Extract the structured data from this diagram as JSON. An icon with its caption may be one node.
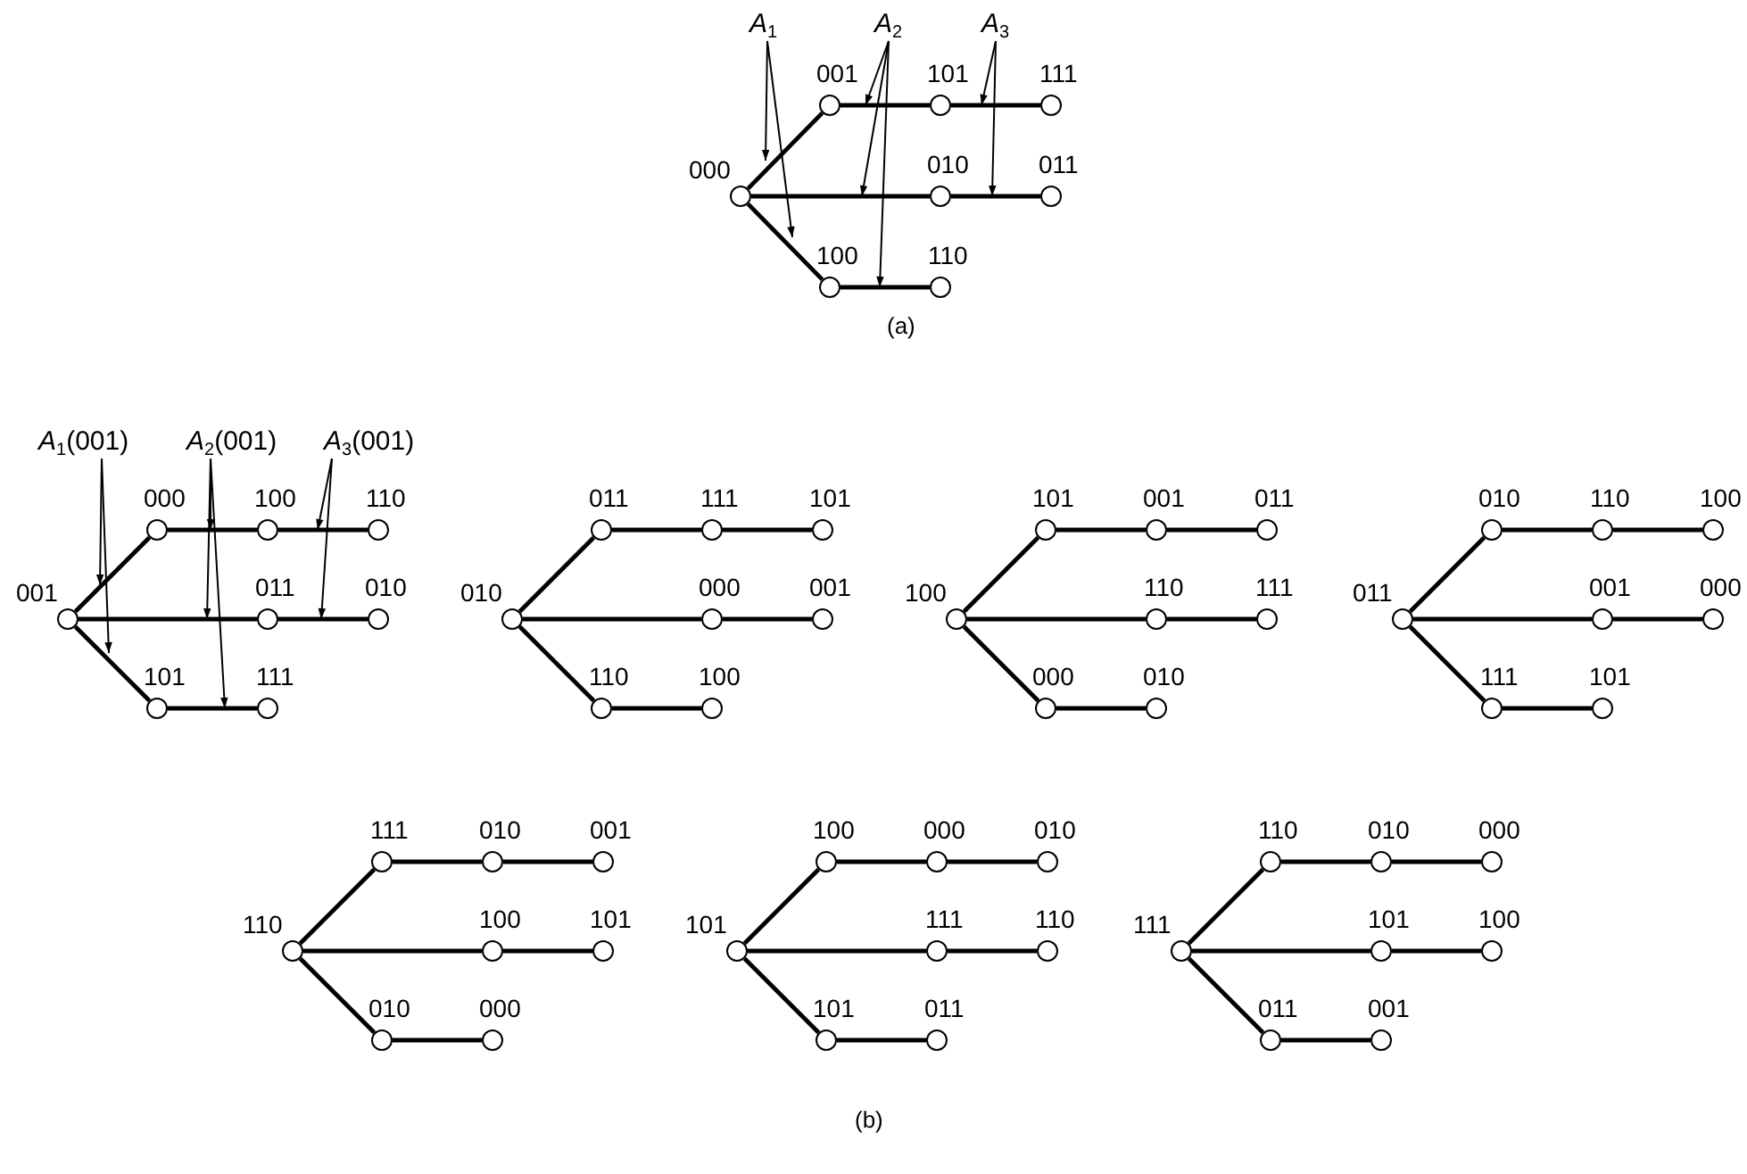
{
  "diagram": {
    "nodes": [
      {
        "text": [],
        "shape": "circle",
        "beside": [
          "000"
        ]
      },
      {
        "text": [],
        "shape": "circle",
        "beside": [
          "001"
        ]
      },
      {
        "text": [],
        "shape": "circle",
        "beside": [
          "101"
        ]
      },
      {
        "text": [],
        "shape": "circle",
        "beside": [
          "111"
        ]
      },
      {
        "text": [],
        "shape": "circle",
        "beside": [
          "010"
        ]
      },
      {
        "text": [],
        "shape": "circle",
        "beside": [
          "011"
        ]
      },
      {
        "text": [],
        "shape": "circle",
        "beside": [
          "100"
        ]
      },
      {
        "text": [],
        "shape": "circle",
        "beside": [
          "110"
        ]
      },
      {
        "text": [],
        "shape": "circle",
        "beside": [
          "001"
        ]
      },
      {
        "text": [],
        "shape": "circle",
        "beside": [
          "000"
        ]
      },
      {
        "text": [],
        "shape": "circle",
        "beside": [
          "100"
        ]
      },
      {
        "text": [],
        "shape": "circle",
        "beside": [
          "110"
        ]
      },
      {
        "text": [],
        "shape": "circle",
        "beside": [
          "011"
        ]
      },
      {
        "text": [],
        "shape": "circle",
        "beside": [
          "010"
        ]
      },
      {
        "text": [],
        "shape": "circle",
        "beside": [
          "101"
        ]
      },
      {
        "text": [],
        "shape": "circle",
        "beside": [
          "111"
        ]
      },
      {
        "text": [],
        "shape": "circle",
        "beside": [
          "010"
        ]
      },
      {
        "text": [],
        "shape": "circle",
        "beside": [
          "011"
        ]
      },
      {
        "text": [],
        "shape": "circle",
        "beside": [
          "111"
        ]
      },
      {
        "text": [],
        "shape": "circle",
        "beside": [
          "101"
        ]
      },
      {
        "text": [],
        "shape": "circle",
        "beside": [
          "000"
        ]
      },
      {
        "text": [],
        "shape": "circle",
        "beside": [
          "001"
        ]
      },
      {
        "text": [],
        "shape": "circle",
        "beside": [
          "110"
        ]
      },
      {
        "text": [],
        "shape": "circle",
        "beside": [
          "100"
        ]
      },
      {
        "text": [],
        "shape": "circle",
        "beside": [
          "100"
        ]
      },
      {
        "text": [],
        "shape": "circle",
        "beside": [
          "101"
        ]
      },
      {
        "text": [],
        "shape": "circle",
        "beside": [
          "001"
        ]
      },
      {
        "text": [],
        "shape": "circle",
        "beside": [
          "011"
        ]
      },
      {
        "text": [],
        "shape": "circle",
        "beside": [
          "110"
        ]
      },
      {
        "text": [],
        "shape": "circle",
        "beside": [
          "111"
        ]
      },
      {
        "text": [],
        "shape": "circle",
        "beside": [
          "000"
        ]
      },
      {
        "text": [],
        "shape": "circle",
        "beside": [
          "010"
        ]
      },
      {
        "text": [],
        "shape": "circle",
        "beside": [
          "011"
        ]
      },
      {
        "text": [],
        "shape": "circle",
        "beside": [
          "010"
        ]
      },
      {
        "text": [],
        "shape": "circle",
        "beside": [
          "110"
        ]
      },
      {
        "text": [],
        "shape": "circle",
        "beside": [
          "100"
        ]
      },
      {
        "text": [],
        "shape": "circle",
        "beside": [
          "001"
        ]
      },
      {
        "text": [],
        "shape": "circle",
        "beside": [
          "000"
        ]
      },
      {
        "text": [],
        "shape": "circle",
        "beside": [
          "111"
        ]
      },
      {
        "text": [],
        "shape": "circle",
        "beside": [
          "101"
        ]
      },
      {
        "text": [],
        "shape": "circle",
        "beside": [
          "110"
        ]
      },
      {
        "text": [],
        "shape": "circle",
        "beside": [
          "111"
        ]
      },
      {
        "text": [],
        "shape": "circle",
        "beside": [
          "010"
        ]
      },
      {
        "text": [],
        "shape": "circle",
        "beside": [
          "001"
        ]
      },
      {
        "text": [],
        "shape": "circle",
        "beside": [
          "100"
        ]
      },
      {
        "text": [],
        "shape": "circle",
        "beside": [
          "101"
        ]
      },
      {
        "text": [],
        "shape": "circle",
        "beside": [
          "010"
        ]
      },
      {
        "text": [],
        "shape": "circle",
        "beside": [
          "000"
        ]
      },
      {
        "text": [],
        "shape": "circle",
        "beside": [
          "101"
        ]
      },
      {
        "text": [],
        "shape": "circle",
        "beside": [
          "100"
        ]
      },
      {
        "text": [],
        "shape": "circle",
        "beside": [
          "000"
        ]
      },
      {
        "text": [],
        "shape": "circle",
        "beside": [
          "010"
        ]
      },
      {
        "text": [],
        "shape": "circle",
        "beside": [
          "111"
        ]
      },
      {
        "text": [],
        "shape": "circle",
        "beside": [
          "110"
        ]
      },
      {
        "text": [],
        "shape": "circle",
        "beside": [
          "101"
        ]
      },
      {
        "text": [],
        "shape": "circle",
        "beside": [
          "011"
        ]
      },
      {
        "text": [],
        "shape": "circle",
        "beside": [
          "111"
        ]
      },
      {
        "text": [],
        "shape": "circle",
        "beside": [
          "110"
        ]
      },
      {
        "text": [],
        "shape": "circle",
        "beside": [
          "010"
        ]
      },
      {
        "text": [],
        "shape": "circle",
        "beside": [
          "000"
        ]
      },
      {
        "text": [],
        "shape": "circle",
        "beside": [
          "101"
        ]
      },
      {
        "text": [],
        "shape": "circle",
        "beside": [
          "100"
        ]
      },
      {
        "text": [],
        "shape": "circle",
        "beside": [
          "011"
        ]
      },
      {
        "text": [],
        "shape": "circle",
        "beside": [
          "001"
        ]
      },
      {
        "text": [
          "*A*$_{1}$"
        ]
      },
      {
        "text": [
          "*A*$_{2}$"
        ]
      },
      {
        "text": [
          "*A*$_{3}$"
        ]
      },
      {
        "text": [
          "*A*$_{1}$(001)"
        ]
      },
      {
        "text": [
          "*A*$_{2}$(001)"
        ]
      },
      {
        "text": [
          "*A*$_{3}$(001)"
        ]
      }
    ],
    "edges": [
      {
        "from": 0,
        "to": 1,
        "arrow": "none"
      },
      {
        "from": 1,
        "to": 2,
        "arrow": "none"
      },
      {
        "from": 2,
        "to": 3,
        "arrow": "none"
      },
      {
        "from": 0,
        "to": 4,
        "arrow": "none"
      },
      {
        "from": 4,
        "to": 5,
        "arrow": "none"
      },
      {
        "from": 0,
        "to": 6,
        "arrow": "none"
      },
      {
        "from": 6,
        "to": 7,
        "arrow": "none"
      },
      {
        "from": 8,
        "to": 9,
        "arrow": "none"
      },
      {
        "from": 9,
        "to": 10,
        "arrow": "none"
      },
      {
        "from": 10,
        "to": 11,
        "arrow": "none"
      },
      {
        "from": 8,
        "to": 12,
        "arrow": "none"
      },
      {
        "from": 12,
        "to": 13,
        "arrow": "none"
      },
      {
        "from": 8,
        "to": 14,
        "arrow": "none"
      },
      {
        "from": 14,
        "to": 15,
        "arrow": "none"
      },
      {
        "from": 16,
        "to": 17,
        "arrow": "none"
      },
      {
        "from": 17,
        "to": 18,
        "arrow": "none"
      },
      {
        "from": 18,
        "to": 19,
        "arrow": "none"
      },
      {
        "from": 16,
        "to": 20,
        "arrow": "none"
      },
      {
        "from": 20,
        "to": 21,
        "arrow": "none"
      },
      {
        "from": 16,
        "to": 22,
        "arrow": "none"
      },
      {
        "from": 22,
        "to": 23,
        "arrow": "none"
      },
      {
        "from": 24,
        "to": 25,
        "arrow": "none"
      },
      {
        "from": 25,
        "to": 26,
        "arrow": "none"
      },
      {
        "from": 26,
        "to": 27,
        "arrow": "none"
      },
      {
        "from": 24,
        "to": 28,
        "arrow": "none"
      },
      {
        "from": 28,
        "to": 29,
        "arrow": "none"
      },
      {
        "from": 24,
        "to": 30,
        "arrow": "none"
      },
      {
        "from": 30,
        "to": 31,
        "arrow": "none"
      },
      {
        "from": 32,
        "to": 33,
        "arrow": "none"
      },
      {
        "from": 33,
        "to": 34,
        "arrow": "none"
      },
      {
        "from": 34,
        "to": 35,
        "arrow": "none"
      },
      {
        "from": 32,
        "to": 36,
        "arrow": "none"
      },
      {
        "from": 36,
        "to": 37,
        "arrow": "none"
      },
      {
        "from": 32,
        "to": 38,
        "arrow": "none"
      },
      {
        "from": 38,
        "to": 39,
        "arrow": "none"
      },
      {
        "from": 40,
        "to": 41,
        "arrow": "none"
      },
      {
        "from": 41,
        "to": 42,
        "arrow": "none"
      },
      {
        "from": 42,
        "to": 43,
        "arrow": "none"
      },
      {
        "from": 40,
        "to": 44,
        "arrow": "none"
      },
      {
        "from": 44,
        "to": 45,
        "arrow": "none"
      },
      {
        "from": 40,
        "to": 46,
        "arrow": "none"
      },
      {
        "from": 46,
        "to": 47,
        "arrow": "none"
      },
      {
        "from": 48,
        "to": 49,
        "arrow": "none"
      },
      {
        "from": 49,
        "to": 50,
        "arrow": "none"
      },
      {
        "from": 50,
        "to": 51,
        "arrow": "none"
      },
      {
        "from": 48,
        "to": 52,
        "arrow": "none"
      },
      {
        "from": 52,
        "to": 53,
        "arrow": "none"
      },
      {
        "from": 48,
        "to": 54,
        "arrow": "none"
      },
      {
        "from": 54,
        "to": 55,
        "arrow": "none"
      },
      {
        "from": 56,
        "to": 57,
        "arrow": "none"
      },
      {
        "from": 57,
        "to": 58,
        "arrow": "none"
      },
      {
        "from": 58,
        "to": 59,
        "arrow": "none"
      },
      {
        "from": 56,
        "to": 60,
        "arrow": "none"
      },
      {
        "from": 60,
        "to": 61,
        "arrow": "none"
      },
      {
        "from": 56,
        "to": 62,
        "arrow": "none"
      },
      {
        "from": 62,
        "to": 63,
        "arrow": "none"
      },
      {
        "from": 64,
        "to": 0,
        "arrow": "to"
      },
      {
        "from": 64,
        "to": 6,
        "arrow": "to"
      },
      {
        "from": 65,
        "to": 1,
        "arrow": "to"
      },
      {
        "from": 65,
        "to": null,
        "arrow": "to"
      },
      {
        "from": 65,
        "to": 6,
        "arrow": "to"
      },
      {
        "from": 66,
        "to": 2,
        "arrow": "to"
      },
      {
        "from": 66,
        "to": 4,
        "arrow": "to"
      },
      {
        "from": 67,
        "to": 8,
        "arrow": "to"
      },
      {
        "from": 67,
        "to": 8,
        "arrow": "to"
      },
      {
        "from": 68,
        "to": 9,
        "arrow": "to"
      },
      {
        "from": 68,
        "to": null,
        "arrow": "to"
      },
      {
        "from": 68,
        "to": 15,
        "arrow": "to"
      },
      {
        "from": 69,
        "to": 10,
        "arrow": "to"
      },
      {
        "from": 69,
        "to": 12,
        "arrow": "to"
      }
    ],
    "labels": [
      "(a)",
      "(b)"
    ]
  }
}
